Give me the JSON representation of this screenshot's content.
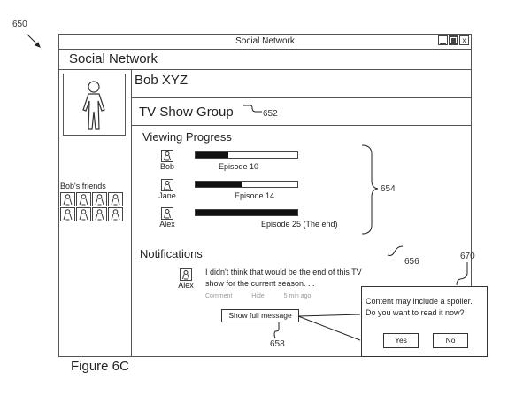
{
  "figure": {
    "label": "Figure 6C",
    "refs": {
      "window": "650",
      "group": "652",
      "progress": "654",
      "message": "656",
      "show_button": "658",
      "dialog": "670"
    }
  },
  "window": {
    "title": "Social Network",
    "controls": {
      "minimize": "minimize-icon",
      "maximize": "maximize-icon",
      "close": "x"
    }
  },
  "app": {
    "name": "Social Network"
  },
  "profile": {
    "name": "Bob XYZ",
    "avatar_icon": "person-icon"
  },
  "group": {
    "title": "TV Show Group"
  },
  "friends": {
    "label": "Bob's friends",
    "count": 8
  },
  "viewing_progress": {
    "title": "Viewing Progress",
    "entries": [
      {
        "user": "Bob",
        "episode_label": "Episode 10",
        "progress": 0.32
      },
      {
        "user": "Jane",
        "episode_label": "Episode 14",
        "progress": 0.46
      },
      {
        "user": "Alex",
        "episode_label": "Episode 25 (The end)",
        "progress": 1.0
      }
    ]
  },
  "notifications": {
    "title": "Notifications",
    "items": [
      {
        "user": "Alex",
        "text_line1": "I didn't think that would be the end of this TV",
        "text_line2": "show for the current season. . .",
        "actions": {
          "comment": "Comment",
          "hide": "Hide",
          "time": "5 min ago"
        },
        "show_full_label": "Show full message"
      }
    ]
  },
  "spoiler_dialog": {
    "line1": "Content may include a spoiler.",
    "line2": "Do you want to read it now?",
    "yes_label": "Yes",
    "no_label": "No"
  }
}
